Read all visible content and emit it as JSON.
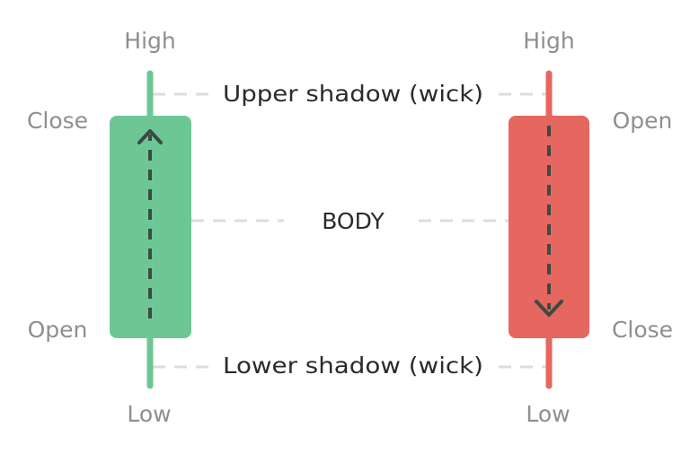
{
  "colors": {
    "bullish": "#6dc795",
    "bearish": "#e66660",
    "guide": "#dcdcdc",
    "arrow": "#3d4a44",
    "label_muted": "#8f8f8f",
    "label_dark": "#2b2b2b"
  },
  "bullish_candle": {
    "high": "High",
    "low": "Low",
    "top": "Close",
    "bottom": "Open",
    "direction_icon": "arrow-up-icon"
  },
  "bearish_candle": {
    "high": "High",
    "low": "Low",
    "top": "Open",
    "bottom": "Close",
    "direction_icon": "arrow-down-icon"
  },
  "annotations": {
    "upper": "Upper shadow (wick)",
    "body": "BODY",
    "lower": "Lower shadow (wick)"
  }
}
